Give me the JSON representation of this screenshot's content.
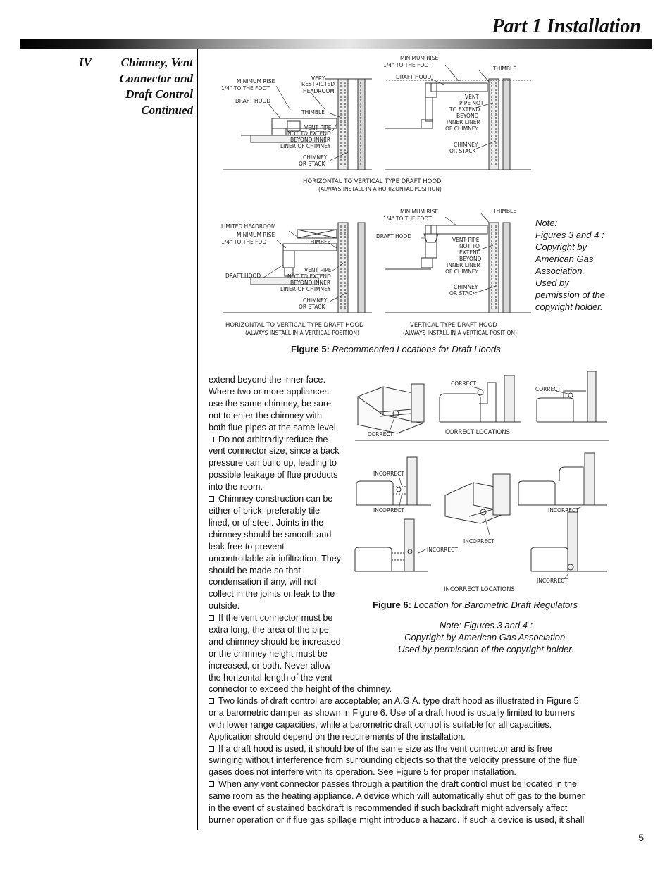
{
  "header": {
    "title": "Part 1 Installation"
  },
  "section": {
    "roman": "IV",
    "title": "Chimney, Vent Connector and Draft Control Continued"
  },
  "figure5": {
    "labels": {
      "min_rise_1": "MINIMUM RISE",
      "min_rise_2": "1/4\" TO THE FOOT",
      "very_restricted": "VERY",
      "restricted": "RESTRICTED",
      "headroom": "HEADROOM",
      "draft_hood": "DRAFT HOOD",
      "thimble": "THIMBLE",
      "vent_pipe_not_extend_1": "VENT PIPE",
      "vent_pipe_not_extend_2": "NOT TO EXTEND",
      "vent_pipe_not_extend_3": "BEYOND INNER",
      "vent_pipe_not_extend_4": "LINER OF CHIMNEY",
      "vent_tr_1": "VENT",
      "vent_tr_2": "PIPE NOT",
      "vent_tr_3": "TO EXTEND",
      "vent_tr_4": "BEYOND",
      "vent_tr_5": "INNER LINER",
      "vent_tr_6": "OF CHIMNEY",
      "vent_br_1": "VENT PIPE",
      "vent_br_2": "NOT TO",
      "vent_br_3": "EXTEND",
      "vent_br_4": "BEYOND",
      "vent_br_5": "INNER LINER",
      "vent_br_6": "OF CHIMNEY",
      "chimney_1": "CHIMNEY",
      "chimney_2": "OR STACK",
      "limited_headroom": "LIMITED HEADROOM",
      "caption_top": "HORIZONTAL TO VERTICAL TYPE DRAFT HOOD",
      "caption_top_sub": "(ALWAYS INSTALL IN A HORIZONTAL POSITION)",
      "caption_bl": "HORIZONTAL TO VERTICAL TYPE DRAFT HOOD",
      "caption_bl_sub": "(ALWAYS INSTALL IN A VERTICAL POSITION)",
      "caption_br": "VERTICAL TYPE DRAFT HOOD",
      "caption_br_sub": "(ALWAYS INSTALL IN A VERTICAL POSITION)"
    },
    "note": [
      "Note:",
      "Figures 3 and 4 :",
      "Copyright by",
      "American Gas",
      "Association.",
      "Used by",
      "permission of the",
      "copyright holder."
    ],
    "caption_label": "Figure 5:",
    "caption_text": "Recommended Locations for Draft Hoods"
  },
  "figure6": {
    "labels": {
      "correct": "CORRECT",
      "correct_locations": "CORRECT LOCATIONS",
      "incorrect": "INCORRECT",
      "incorrect_locations": "INCORRECT LOCATIONS"
    },
    "caption_label": "Figure 6:",
    "caption_text": "Location for Barometric Draft Regulators",
    "note": [
      "Note: Figures 3 and 4 :",
      "Copyright by American Gas Association.",
      "Used by permission of the copyright holder."
    ]
  },
  "body": {
    "narrow_lines": [
      "extend beyond the inner face.",
      "Where two or more appliances",
      "use the same chimney, be sure",
      "not to enter the chimney with",
      "both flue pipes at the same level.",
      "Do not arbitrarily reduce the",
      "vent connector size, since a back",
      "pressure can build up, leading to",
      "possible leakage of flue products",
      "into the room.",
      "Chimney construction can be",
      "either of brick, preferably tile",
      "lined, or of steel. Joints in the",
      "chimney should be smooth and",
      "leak free to prevent",
      "uncontrollable air infiltration. They",
      "should be made so that",
      "condensation if any, will not",
      "collect in the joints or leak to the",
      "outside.",
      "If the vent connector must be",
      "extra long, the area of the pipe",
      "and chimney should be increased",
      "or the chimney height must be",
      "increased, or both. Never allow",
      "the horizontal length of the vent"
    ],
    "wide_lines": [
      "connector to exceed the height of the chimney.",
      "Two kinds of draft control are acceptable; an A.G.A. type draft hood as illustrated in Figure 5,",
      "or a barometric damper as shown in Figure 6. Use of a draft hood is usually limited to burners",
      "with lower range capacities, while a barometric draft control is suitable for all capacities.",
      "Application should depend on the requirements of the installation.",
      "If a draft hood is used, it should be of the same size as the vent connector and is free",
      "swinging without interference from surrounding objects so that the velocity pressure of the flue",
      "gases does not interfere with its operation. See Figure 5 for proper installation.",
      "When any vent connector passes through a partition the draft control must be located in the",
      "same room as the heating appliance. A device which will automatically shut off gas to the burner",
      "in the event of sustained backdraft is recommended if such backdraft might adversely affect",
      "burner operation or if flue gas spillage might introduce a hazard. If such a device is used, it shall"
    ]
  },
  "page_number": "5"
}
